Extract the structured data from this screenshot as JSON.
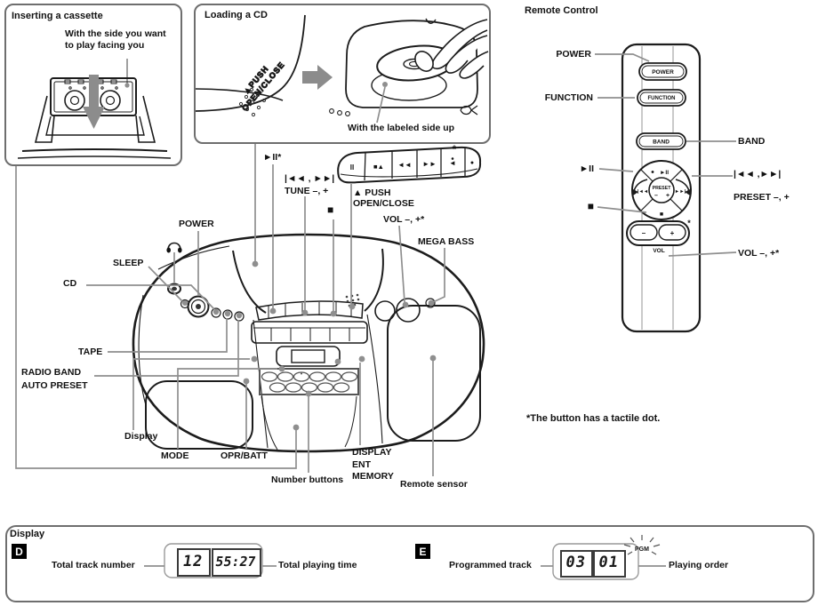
{
  "page": {
    "cassette_box": {
      "title": "Inserting a cassette",
      "caption": "With the side you want\nto play facing you"
    },
    "cd_box": {
      "title": "Loading a CD",
      "panel_text_line1": "▲PUSH",
      "panel_text_line2": "OPEN/CLOSE",
      "caption": "With the labeled side up"
    },
    "remote": {
      "title": "Remote Control",
      "label_power": "POWER",
      "label_function": "FUNCTION",
      "label_band": "BAND",
      "label_play": "►II",
      "label_skip_line1": "|◄◄ ,►►|",
      "label_skip_line2": "PRESET –, +",
      "label_stop": "■",
      "label_vol": "VOL –, +*",
      "btn_power": "POWER",
      "btn_function": "FUNCTION",
      "btn_band": "BAND",
      "btn_play": "►II",
      "btn_preset": "PRESET",
      "btn_minus": "–",
      "btn_plus": "+",
      "btn_skip_back": "|◄◄",
      "btn_skip_fwd": "►►|",
      "btn_stop": "■",
      "btn_vol_minus": "–",
      "btn_vol_plus": "+",
      "btn_vol": "VOL",
      "btn_star": "*"
    },
    "footnote": "*The button has a tactile dot.",
    "unit": {
      "label_play": "►II*",
      "label_skip": "|◄◄ , ►►|",
      "label_tune": "TUNE –, +",
      "label_stop": "■",
      "label_push": "▲ PUSH\nOPEN/CLOSE",
      "label_vol": "VOL –, +*",
      "label_mega_bass": "MEGA BASS",
      "label_power": "POWER",
      "label_sleep": "SLEEP",
      "label_cd": "CD",
      "label_tape": "TAPE",
      "label_radio": "RADIO BAND\nAUTO PRESET",
      "label_display": "Display",
      "label_mode": "MODE",
      "label_opr": "OPR/BATT",
      "label_number": "Number buttons",
      "label_display_ent": "DISPLAY\nENT\nMEMORY",
      "label_remote_sensor": "Remote sensor",
      "tape_key_pause": "II",
      "tape_key_stop": "■▲",
      "tape_key_rew": "◄◄",
      "tape_key_ff": "►►",
      "tape_key_play": "◄",
      "tape_key_rec": "●",
      "tactile_star": "*"
    },
    "display_box": {
      "title": "Display",
      "d_badge": "D",
      "e_badge": "E",
      "total_track_label": "Total track number",
      "total_track_value": "12",
      "total_time_value": "55:27",
      "total_time_label": "Total playing time",
      "programmed_label": "Programmed track",
      "programmed_value": "03",
      "order_value": "01",
      "pgm_indicator": "PGM",
      "order_label": "Playing order"
    }
  }
}
